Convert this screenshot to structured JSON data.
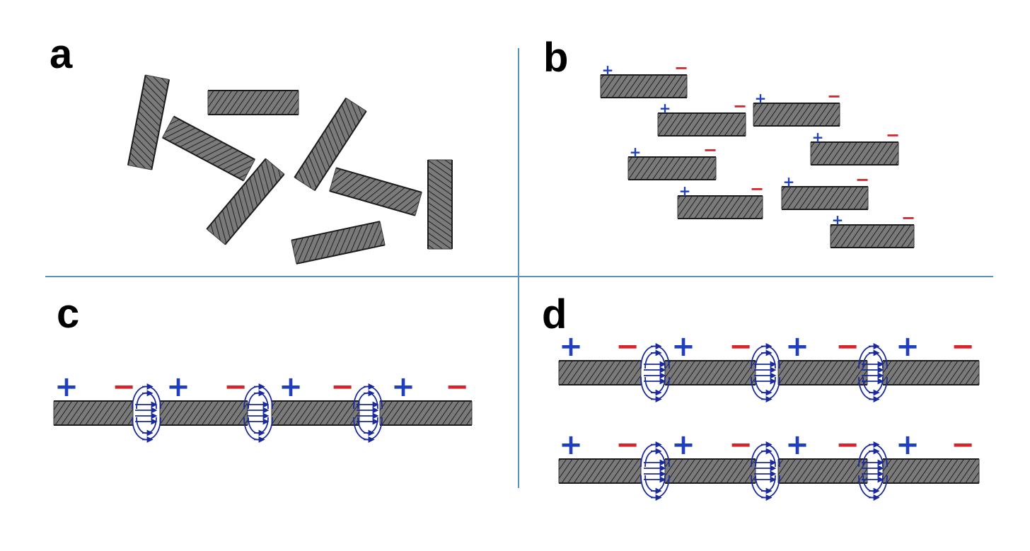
{
  "panels": [
    {
      "id": "a",
      "label": "a"
    },
    {
      "id": "b",
      "label": "b"
    },
    {
      "id": "c",
      "label": "c"
    },
    {
      "id": "d",
      "label": "d"
    }
  ],
  "charges": {
    "positive": "+",
    "negative": "−"
  },
  "colors": {
    "divider": "#5b93b8",
    "tube_fill": "#707070",
    "tube_dark": "#1c1c1c",
    "tube_hatch": "#2a2a2a",
    "positive": "#1f3fbf",
    "negative": "#d9232b",
    "field_lines": "#1a2a9c"
  }
}
